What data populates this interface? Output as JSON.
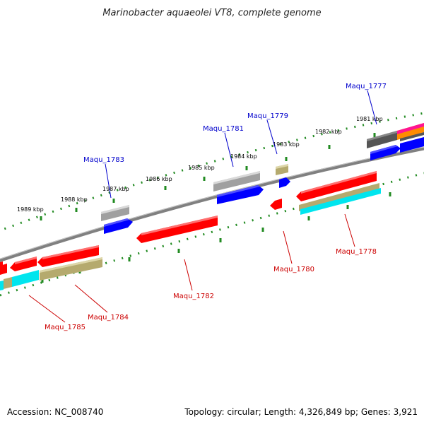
{
  "title": "Marinobacter aquaeolei VT8, complete genome",
  "footer": {
    "accession": "Accession: NC_008740",
    "stats": "Topology: circular; Length: 4,326,849 bp; Genes: 3,921"
  },
  "ticks": [
    "1989 kbp",
    "1988 kbp",
    "1987 kbp",
    "1986 kbp",
    "1985 kbp",
    "1984 kbp",
    "1983 kbp",
    "1982 kbp",
    "1981 kbp"
  ],
  "genes": {
    "forward": [
      "Maqu_1783",
      "Maqu_1781",
      "Maqu_1779",
      "Maqu_1777"
    ],
    "reverse": [
      "Maqu_1785",
      "Maqu_1784",
      "Maqu_1782",
      "Maqu_1780",
      "Maqu_1778"
    ]
  },
  "colors": {
    "forward_label": "#0000cc",
    "reverse_label": "#cc0000",
    "backbone": "#808080",
    "tick": "#228b22",
    "cds_forward": "#0000ff",
    "cds_reverse": "#ff0000",
    "gene_track": "#a0a0a0",
    "category_tan": "#b5aa6e",
    "category_cyan": "#00e5ee",
    "category_dark": "#555555"
  }
}
